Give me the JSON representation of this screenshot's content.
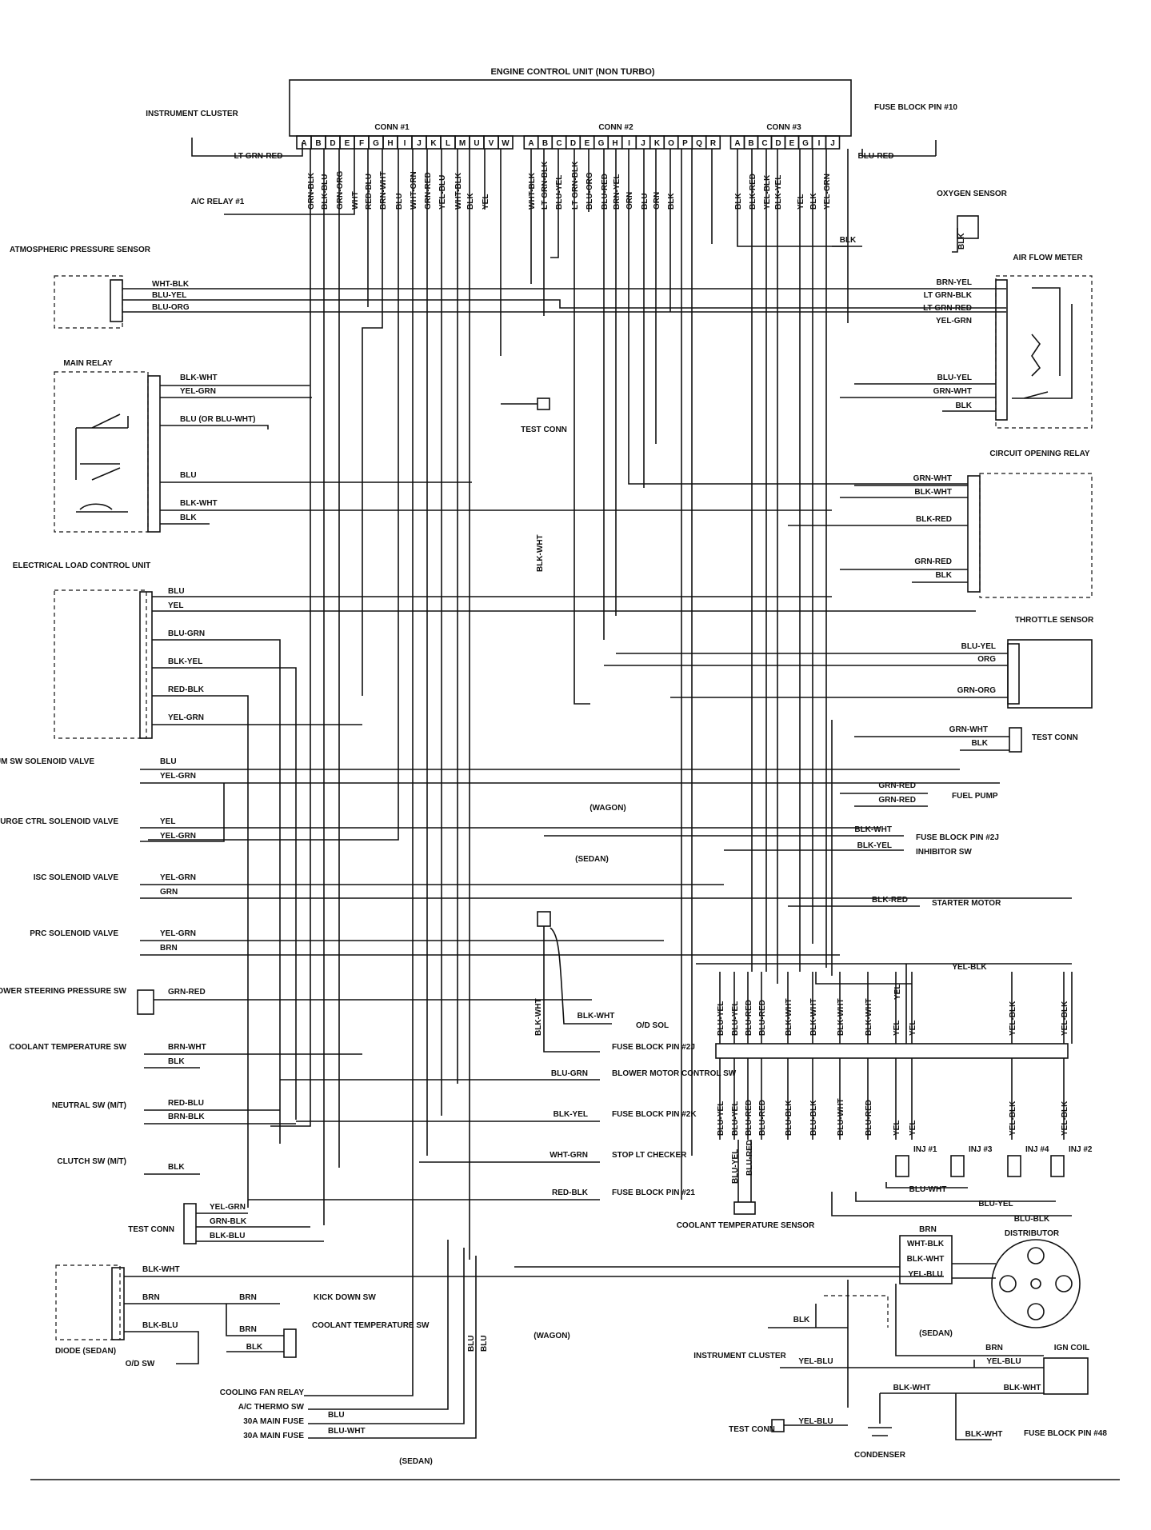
{
  "ecu": {
    "title": "ENGINE CONTROL UNIT (NON TURBO)",
    "conn1": "CONN #1",
    "conn2": "CONN #2",
    "conn3": "CONN #3",
    "pins1": [
      "A",
      "B",
      "D",
      "E",
      "F",
      "G",
      "H",
      "I",
      "J",
      "K",
      "L",
      "M",
      "U",
      "V",
      "W"
    ],
    "pins2": [
      "A",
      "B",
      "C",
      "D",
      "E",
      "G",
      "H",
      "I",
      "J",
      "K",
      "O",
      "P",
      "Q",
      "R"
    ],
    "pins3": [
      "A",
      "B",
      "C",
      "D",
      "E",
      "G",
      "I",
      "J"
    ],
    "wires1": [
      "GRN-BLK",
      "BLK-BLU",
      "GRN-ORG",
      "WHT",
      "RED-BLU",
      "BRN-WHT",
      "BLU",
      "WHT-GRN",
      "GRN-RED",
      "YEL-BLU",
      "WHT-BLK",
      "BLK",
      "YEL"
    ],
    "wires2": [
      "WHT-BLK",
      "LT GRN-BLK",
      "BLU-YEL",
      "LT GRN-BLK",
      "BLU-ORG",
      "BLU-RED",
      "BRN-YEL",
      "GRN",
      "BLU",
      "GRN",
      "BLK"
    ],
    "wires3": [
      "BLK",
      "BLK-RED",
      "YEL-BLK",
      "BLK-YEL",
      "YEL",
      "BLK",
      "YEL-GRN"
    ]
  },
  "top": {
    "instrument_cluster": "INSTRUMENT CLUSTER",
    "lt_grn_red": "LT GRN-RED",
    "fuse_block": "FUSE BLOCK PIN #10",
    "blu_red": "BLU-RED",
    "ac_relay": "A/C RELAY #1",
    "oxygen_sensor": "OXYGEN SENSOR",
    "ox_blk": "BLK",
    "blk_ground": "BLK"
  },
  "left": {
    "atm": {
      "label": "ATMOSPHERIC PRESSURE SENSOR",
      "wires": [
        "WHT-BLK",
        "BLU-YEL",
        "BLU-ORG"
      ]
    },
    "main_relay": {
      "label": "MAIN RELAY",
      "wires": [
        "BLK-WHT",
        "YEL-GRN",
        "BLU (OR BLU-WHT)",
        "BLU",
        "BLK-WHT",
        "BLK"
      ]
    },
    "test_conn_center": "TEST CONN",
    "elcu": {
      "label": "ELECTRICAL LOAD CONTROL UNIT",
      "wires": [
        "BLU",
        "YEL",
        "BLU-GRN",
        "BLK-YEL",
        "RED-BLK",
        "YEL-GRN"
      ]
    },
    "vacuum": {
      "label": "VACUUM SW SOLENOID VALVE",
      "wires": [
        "BLU",
        "YEL-GRN"
      ]
    },
    "purge": {
      "label": "PURGE CTRL SOLENOID VALVE",
      "wires": [
        "YEL",
        "YEL-GRN"
      ]
    },
    "isc": {
      "label": "ISC SOLENOID VALVE",
      "wires": [
        "YEL-GRN",
        "GRN"
      ]
    },
    "prc": {
      "label": "PRC SOLENOID VALVE",
      "wires": [
        "YEL-GRN",
        "BRN"
      ]
    },
    "power_steering": {
      "label": "POWER STEERING PRESSURE SW",
      "wire": "GRN-RED"
    },
    "coolant_temp_sw": {
      "label": "COOLANT TEMPERATURE SW",
      "wires": [
        "BRN-WHT",
        "BLK"
      ]
    },
    "neutral": {
      "label": "NEUTRAL SW (M/T)",
      "wires": [
        "RED-BLU",
        "BRN-BLK"
      ]
    },
    "clutch": {
      "label": "CLUTCH SW (M/T)",
      "wire": "BLK"
    },
    "test_conn": {
      "label": "TEST CONN",
      "wires": [
        "YEL-GRN",
        "GRN-BLK",
        "BLK-BLU"
      ]
    },
    "diode": {
      "label": "DIODE (SEDAN)",
      "wires": [
        "BLK-WHT",
        "BRN",
        "BLK-BLU"
      ]
    },
    "od_sw": "O/D SW",
    "brn1": "BRN",
    "kick_down": "KICK DOWN SW",
    "brn2": "BRN",
    "blk": "BLK",
    "coolant_temp_sw2": "COOLANT TEMPERATURE SW",
    "bottom_items": [
      "COOLING FAN RELAY",
      "A/C THERMO SW",
      "30A MAIN FUSE",
      "30A MAIN FUSE"
    ],
    "bottom_wires": [
      "BLU",
      "BLU-WHT"
    ],
    "sedan": "(SEDAN)",
    "wagon": "(WAGON)",
    "blu_a": "BLU",
    "blu_b": "BLU"
  },
  "right": {
    "air_flow": {
      "label": "AIR FLOW METER",
      "wires": [
        "BRN-YEL",
        "LT GRN-BLK",
        "LT GRN-RED",
        "YEL-GRN",
        "BLU-YEL",
        "GRN-WHT",
        "BLK"
      ]
    },
    "circuit_relay": {
      "label": "CIRCUIT OPENING RELAY",
      "wires": [
        "GRN-WHT",
        "BLK-WHT",
        "BLK-RED",
        "GRN-RED",
        "BLK"
      ]
    },
    "throttle": {
      "label": "THROTTLE SENSOR",
      "wires": [
        "BLU-YEL",
        "ORG",
        "GRN-ORG"
      ]
    },
    "test_conn": {
      "label": "TEST CONN",
      "wires": [
        "GRN-WHT",
        "BLK"
      ]
    },
    "fuel_pump": {
      "label": "FUEL PUMP",
      "wires": [
        "GRN-RED",
        "GRN-RED"
      ]
    },
    "fuse_2j": {
      "label": "FUSE BLOCK PIN #2J",
      "wire": "BLK-WHT"
    },
    "inhibitor": {
      "label": "INHIBITOR SW",
      "wire": "BLK-YEL"
    },
    "starter": {
      "label": "STARTER MOTOR",
      "wire": "BLK-RED"
    }
  },
  "center": {
    "blk_wht_vert": "BLK-WHT",
    "wagon": "(WAGON)",
    "sedan": "(SEDAN)",
    "blk_wht_vert2": "BLK-WHT",
    "od_sol_wire": "BLK-WHT",
    "od_sol": "O/D SOL",
    "fuse_2j2": "FUSE BLOCK PIN #2J",
    "blower": {
      "wire": "BLU-GRN",
      "label": "BLOWER MOTOR CONTROL SW"
    },
    "fuse_2k": {
      "wire": "BLK-YEL",
      "label": "FUSE BLOCK PIN #2K"
    },
    "stop_lt": {
      "wire": "WHT-GRN",
      "label": "STOP LT CHECKER"
    },
    "fuse_21": {
      "wire": "RED-BLK",
      "label": "FUSE BLOCK PIN #21"
    }
  },
  "injector": {
    "top_wires": [
      "BLU-YEL",
      "BLU-YEL",
      "BLU-RED",
      "BLU-RED",
      "BLK-WHT",
      "BLK-WHT",
      "BLK-WHT",
      "BLK-WHT",
      "YEL",
      "YEL",
      "YEL-BLK",
      "YEL-BLK"
    ],
    "bottom_wires": [
      "BLU-YEL",
      "BLU-YEL",
      "BLU-RED",
      "BLU-RED",
      "BLU-BLK",
      "BLU-BLK",
      "BLU-WHT",
      "BLU-RED",
      "YEL",
      "YEL",
      "YEL-BLK",
      "YEL-BLK"
    ],
    "yel_vert": "YEL",
    "yel_blk": "YEL-BLK",
    "inj": [
      "INJ #1",
      "INJ #3",
      "INJ #4",
      "INJ #2"
    ],
    "ret": [
      "BLU-WHT",
      "BLU-YEL",
      "BLU-BLK"
    ],
    "cts_wires": [
      "BLU-YEL",
      "BLU-RED"
    ],
    "cts_label": "COOLANT TEMPERATURE SENSOR"
  },
  "ign": {
    "distributor": "DISTRIBUTOR",
    "dist_wires": [
      "BRN",
      "WHT-BLK",
      "BLK-WHT",
      "YEL-BLU"
    ],
    "blk_ground": "BLK",
    "sedan": "(SEDAN)",
    "coil_wires": [
      "BRN",
      "YEL-BLU"
    ],
    "ign_coil": "IGN COIL",
    "instrument_cluster": "INSTRUMENT CLUSTER",
    "ic_wire": "YEL-BLU",
    "blk_wht1": "BLK-WHT",
    "blk_wht2": "BLK-WHT",
    "test_conn": "TEST CONN",
    "tc_wire": "YEL-BLU",
    "condenser": "CONDENSER",
    "fuse_blk_wht": "BLK-WHT",
    "fuse_48": "FUSE BLOCK PIN #48"
  }
}
